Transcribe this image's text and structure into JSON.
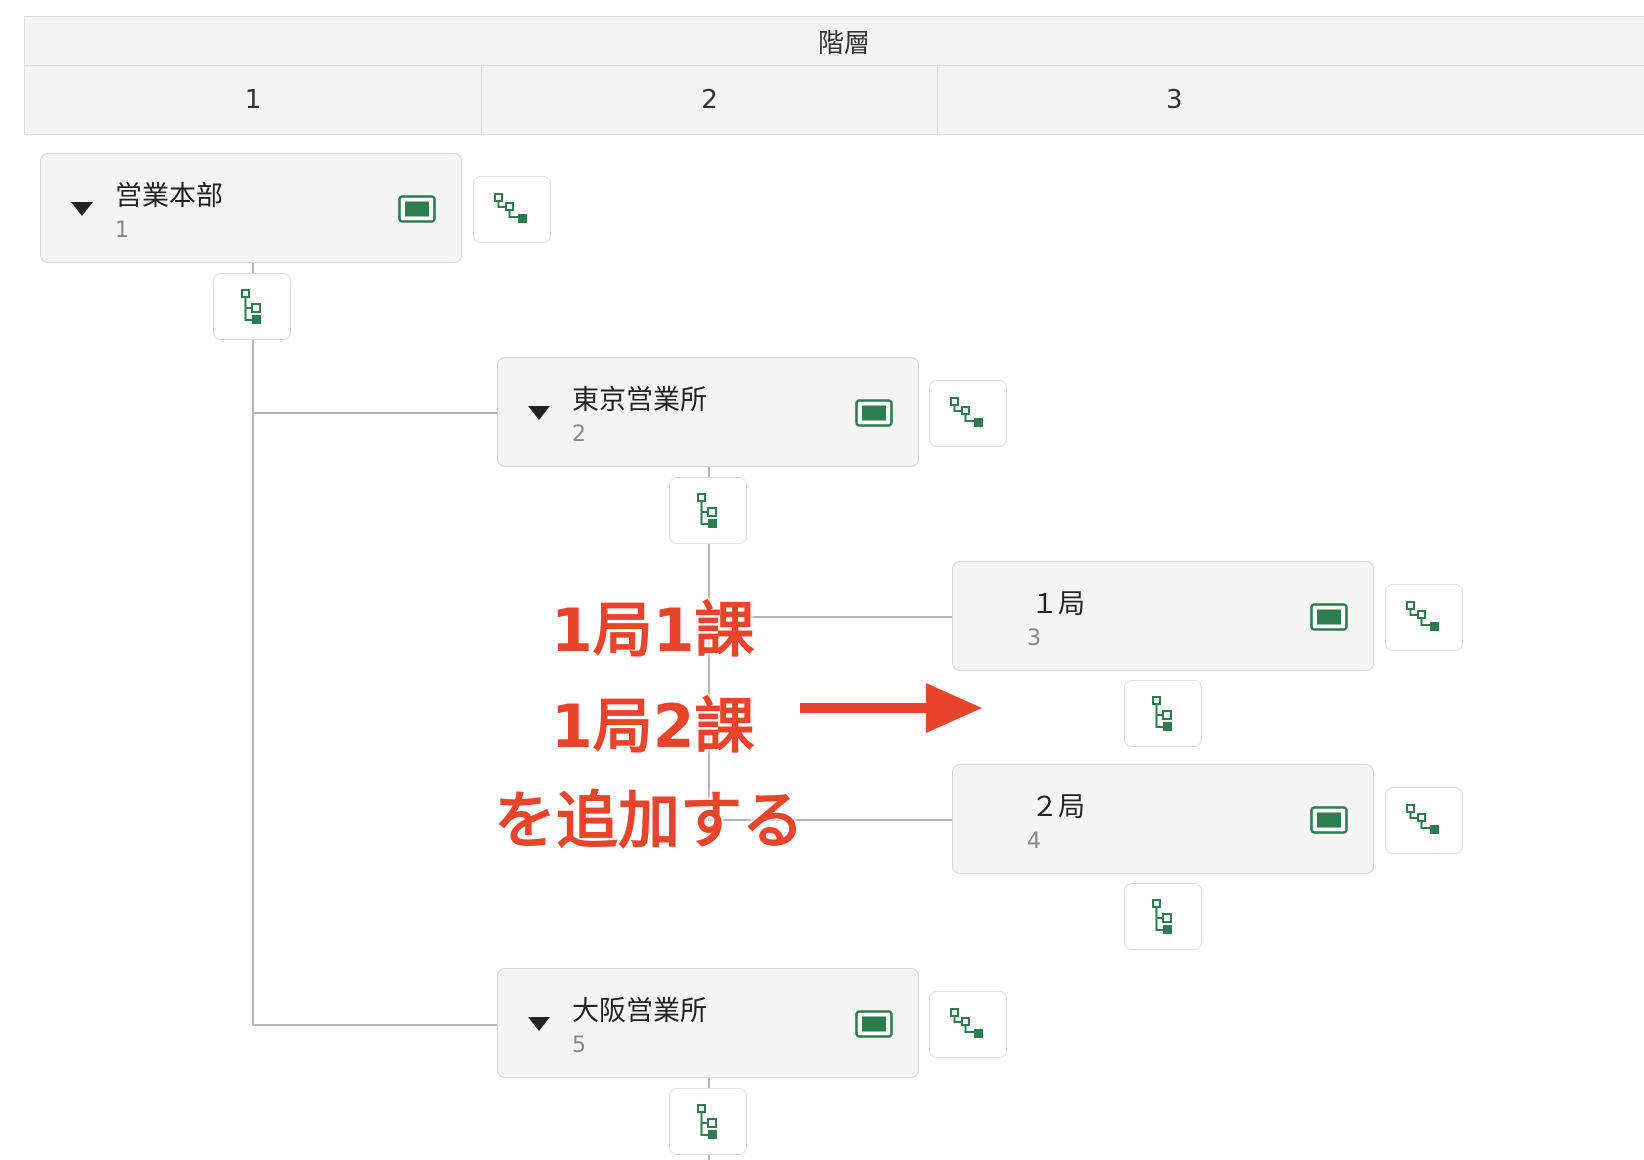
{
  "header": {
    "group_label": "階層",
    "levels": [
      "1",
      "2",
      "3"
    ]
  },
  "nodes": [
    {
      "name": "営業本部",
      "code": "1",
      "expandable": true
    },
    {
      "name": "東京営業所",
      "code": "2",
      "expandable": true
    },
    {
      "name": "１局",
      "code": "3",
      "expandable": false
    },
    {
      "name": "２局",
      "code": "4",
      "expandable": false
    },
    {
      "name": "大阪営業所",
      "code": "5",
      "expandable": true
    }
  ],
  "annotation": {
    "line1": "1局1課",
    "line2": "1局2課",
    "line3": "を追加する"
  },
  "colors": {
    "icon_green": "#2e7d4f",
    "annotation_red": "#e8442c"
  }
}
